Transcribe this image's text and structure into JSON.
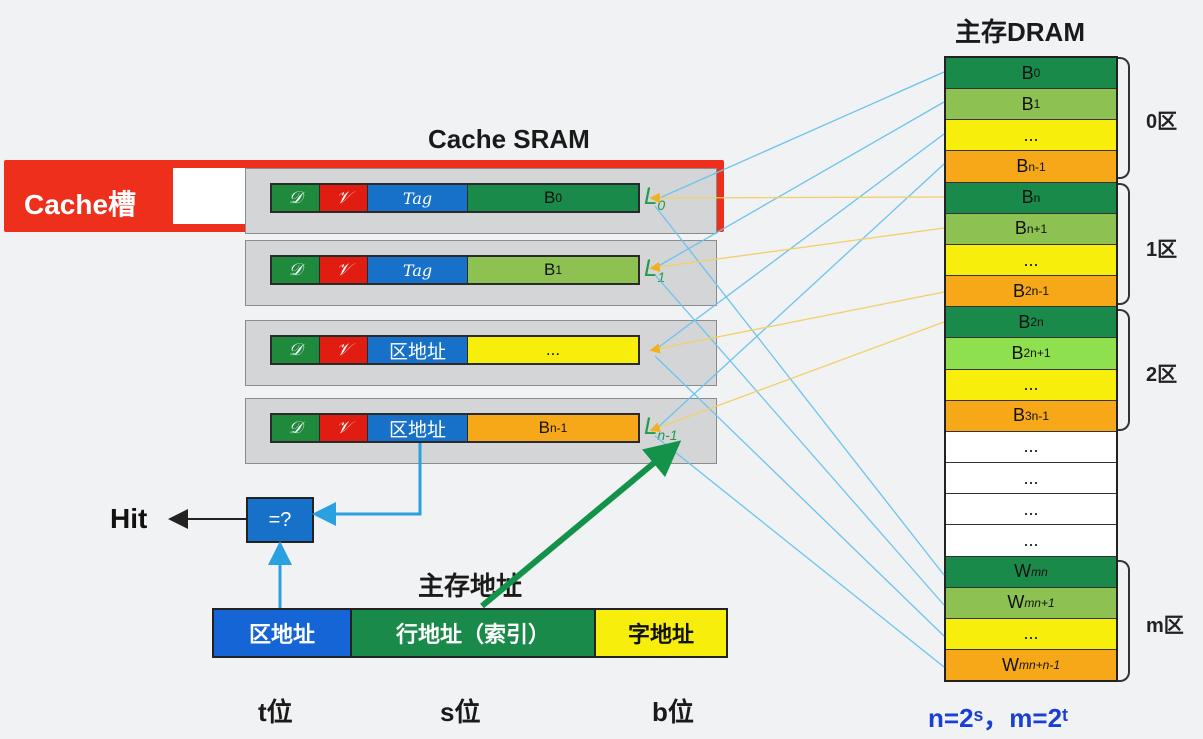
{
  "title_cache": "Cache SRAM",
  "cache_slot_label": "Cache槽",
  "rows": [
    {
      "d": "𝒟",
      "v": "𝒱",
      "tag": "Tag",
      "data": "B",
      "data_sub": "0",
      "line": "L",
      "line_sub": "0"
    },
    {
      "d": "𝒟",
      "v": "𝒱",
      "tag": "Tag",
      "data": "B",
      "data_sub": "1",
      "line": "L",
      "line_sub": "1"
    },
    {
      "d": "𝒟",
      "v": "𝒱",
      "tag": "区地址",
      "data": "...",
      "data_sub": "",
      "line": "",
      "line_sub": ""
    },
    {
      "d": "𝒟",
      "v": "𝒱",
      "tag": "区地址",
      "data": "B",
      "data_sub": "n-1",
      "line": "L",
      "line_sub": "n-1"
    }
  ],
  "compare_label": "=?",
  "hit_label": "Hit",
  "main_addr_title": "主存地址",
  "address_fields": [
    {
      "label": "区地址",
      "bits": "t位"
    },
    {
      "label": "行地址（索引）",
      "bits": "s位"
    },
    {
      "label": "字地址",
      "bits": "b位"
    }
  ],
  "memory_title": "主存DRAM",
  "memory_cells": [
    {
      "main": "B",
      "sub": "0"
    },
    {
      "main": "B",
      "sub": "1"
    },
    {
      "main": "...",
      "sub": ""
    },
    {
      "main": "B",
      "sub": "n-1"
    },
    {
      "main": "B",
      "sub": "n"
    },
    {
      "main": "B",
      "sub": "n+1"
    },
    {
      "main": "...",
      "sub": ""
    },
    {
      "main": "B",
      "sub": "2n-1"
    },
    {
      "main": "B",
      "sub": "2n"
    },
    {
      "main": "B",
      "sub": "2n+1"
    },
    {
      "main": "...",
      "sub": ""
    },
    {
      "main": "B",
      "sub": "3n-1"
    },
    {
      "main": "...",
      "sub": ""
    },
    {
      "main": "...",
      "sub": ""
    },
    {
      "main": "...",
      "sub": ""
    },
    {
      "main": "...",
      "sub": ""
    },
    {
      "main": "W",
      "sub": "mn"
    },
    {
      "main": "W",
      "sub": "mn+1"
    },
    {
      "main": "...",
      "sub": ""
    },
    {
      "main": "W",
      "sub": "mn+n-1"
    }
  ],
  "regions": [
    "0区",
    "1区",
    "2区",
    "m区"
  ],
  "formula": "n=2ˢ，m=2ᵗ",
  "colors": {
    "dark_green": "#1a8a4b",
    "light_green": "#8dc152",
    "yellow": "#f8ee0c",
    "orange": "#f7a818",
    "bright_green": "#8fe04e",
    "white": "#ffffff",
    "red": "#e01d10",
    "blue": "#1871c9",
    "cyan_line": "#5fb8e8",
    "arrow_green": "#13924a"
  }
}
